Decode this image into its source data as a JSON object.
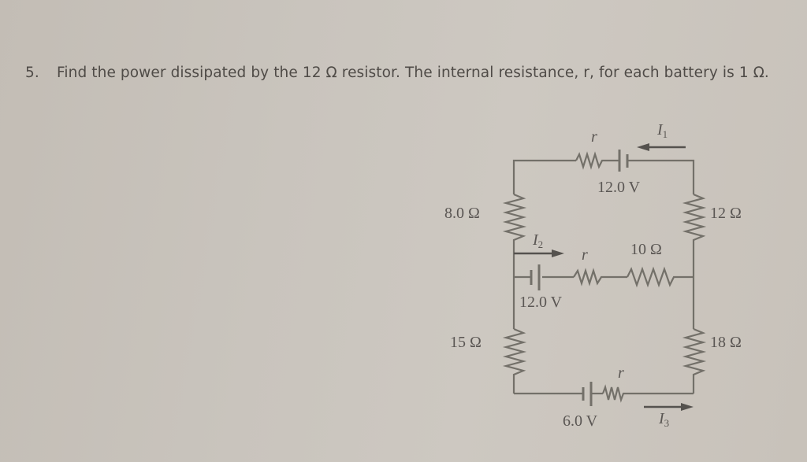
{
  "question": {
    "number": "5.",
    "text": "Find the power dissipated by the 12 Ω resistor. The internal resistance, r, for each battery is 1 Ω."
  },
  "circuit": {
    "top_branch": {
      "internal_resistance_label": "r",
      "battery_voltage": "12.0 V",
      "current_label": "I",
      "current_subscript": "1",
      "current_direction": "left"
    },
    "middle_branch": {
      "current_label": "I",
      "current_subscript": "2",
      "current_direction": "right",
      "internal_resistance_label": "r",
      "battery_voltage": "12.0 V",
      "resistor_label": "10 Ω"
    },
    "bottom_branch": {
      "internal_resistance_label": "r",
      "battery_voltage": "6.0 V",
      "current_label": "I",
      "current_subscript": "3",
      "current_direction": "right"
    },
    "left_resistors": {
      "upper": "8.0 Ω",
      "lower": "15 Ω"
    },
    "right_resistors": {
      "upper": "12 Ω",
      "lower": "18 Ω"
    }
  },
  "colors": {
    "background": "#c9c4bd",
    "text": "#4f4b47",
    "wire": "#6e6a66"
  }
}
